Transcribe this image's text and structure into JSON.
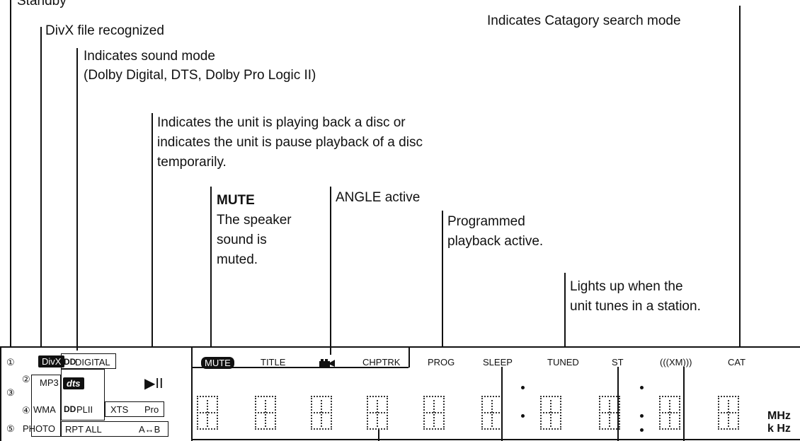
{
  "callouts": {
    "top_partial": "Standby",
    "divx": "DivX file recognized",
    "catagory": "Indicates Catagory search mode",
    "sound_mode_line1": "Indicates sound mode",
    "sound_mode_line2": "(Dolby Digital, DTS, Dolby Pro Logic II)",
    "play_line1": "Indicates the unit is playing back a disc or",
    "play_line2": "indicates the unit is pause playback of a disc",
    "play_line3": "temporarily.",
    "mute_title": "MUTE",
    "mute_line1": "The speaker",
    "mute_line2": "sound is",
    "mute_line3": "muted.",
    "angle": "ANGLE active",
    "prog_line1": "Programmed",
    "prog_line2": "playback active.",
    "tuned_line1": "Lights up when the",
    "tuned_line2": "unit tunes in a station."
  },
  "display": {
    "left": {
      "num1": "①",
      "num2": "②",
      "num3": "③",
      "num4": "④",
      "num5": "⑤",
      "divx": "DivX",
      "mp3": "MP3",
      "wma": "WMA",
      "photo": "PHOTO",
      "digital_icon": "DD",
      "digital": "DIGITAL",
      "dts": "dts",
      "pl_icon": "DD",
      "pl": "PLII",
      "xts": "XTS",
      "pro": "Pro",
      "rpt": "RPT ALL",
      "ab": "A↔B",
      "play_pause": "▶II"
    },
    "top_row": {
      "mute": "MUTE",
      "title": "TITLE",
      "camera_icon": "camera-icon",
      "chp_trk": "CHPTRK",
      "prog": "PROG",
      "sleep": "SLEEP",
      "tuned": "TUNED",
      "st": "ST",
      "xm": "(((XM)))",
      "cat": "CAT"
    },
    "units": {
      "mhz": "MHz",
      "khz": "k Hz"
    }
  }
}
